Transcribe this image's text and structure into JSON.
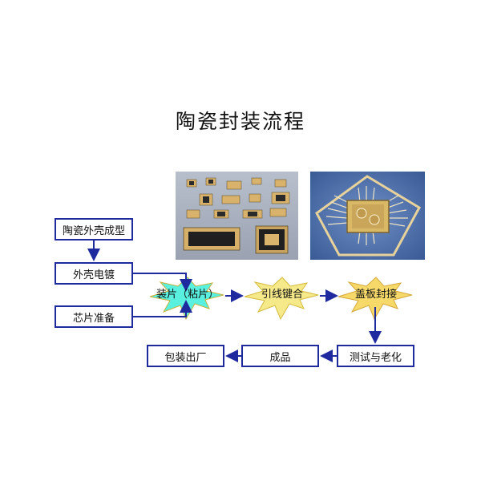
{
  "title": "陶瓷封装流程",
  "steps": {
    "ceramic_shell": "陶瓷外壳成型",
    "shell_plating": "外壳电镀",
    "chip_prep": "芯片准备",
    "die_attach": "装片（粘片）",
    "wire_bonding": "引线键合",
    "lid_sealing": "盖板封接",
    "test_aging": "测试与老化",
    "finished_product": "成品",
    "packing_shipping": "包装出厂"
  },
  "colors": {
    "box_border": "#1f2a9e",
    "arrow": "#1f2a9e",
    "star_cyan": "#59f0e0",
    "star_yellow": "#f6e98a",
    "star_gold": "#f7d96a"
  }
}
